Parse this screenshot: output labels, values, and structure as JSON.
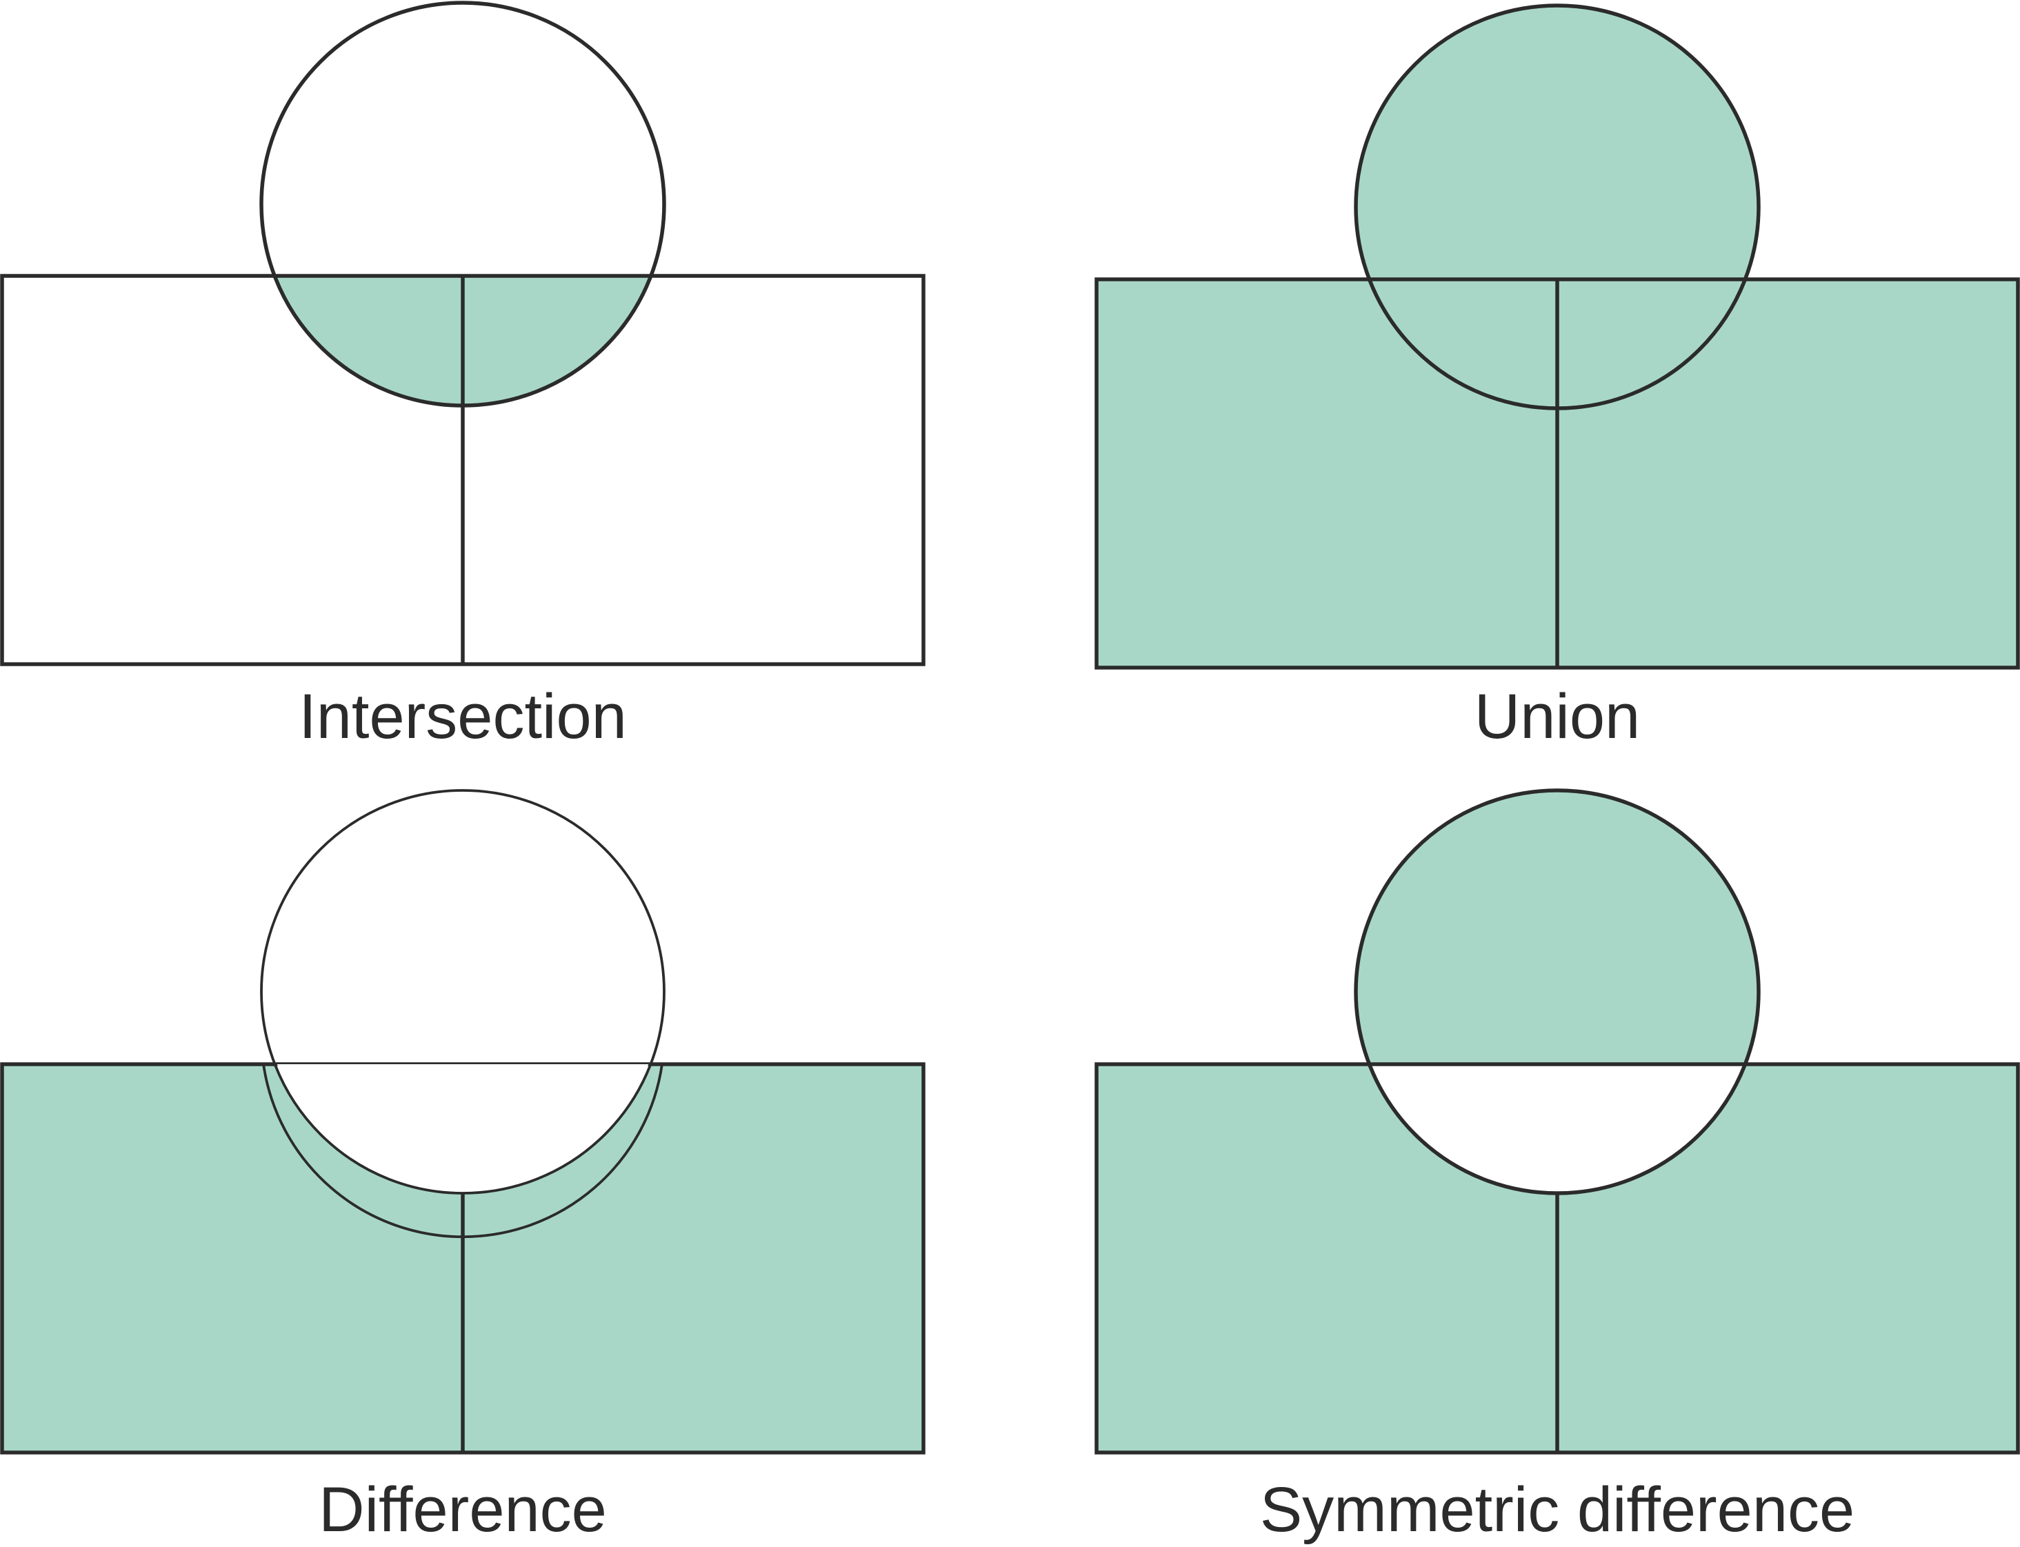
{
  "colors": {
    "fill": "#a8d7c8",
    "line": "#2b2b2b",
    "background": "#ffffff"
  },
  "panels": [
    {
      "id": "intersection",
      "label": "Intersection",
      "shaded": "intersection"
    },
    {
      "id": "union",
      "label": "Union",
      "shaded": "union"
    },
    {
      "id": "difference",
      "label": "Difference",
      "shaded": "rectangle-minus-circle"
    },
    {
      "id": "symmetric-difference",
      "label": "Symmetric difference",
      "shaded": "symmetric-difference"
    }
  ]
}
